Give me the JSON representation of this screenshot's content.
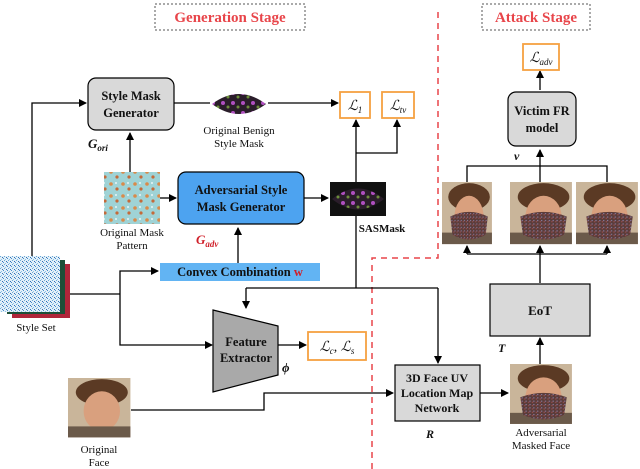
{
  "stages": {
    "generation": "Generation Stage",
    "attack": "Attack Stage"
  },
  "nodes": {
    "style_mask_generator": [
      "Style Mask",
      "Generator"
    ],
    "adversarial_generator": [
      "Adversarial Style",
      "Mask Generator"
    ],
    "victim_model": [
      "Victim FR",
      "model"
    ],
    "feature_extractor": [
      "Feature",
      "Extractor"
    ],
    "face_uv": [
      "3D Face UV",
      "Location Map",
      "Network"
    ],
    "eot": "EoT",
    "convex_combination": "Convex Combination",
    "convex_combination_w": "w"
  },
  "symbols": {
    "g_ori": "G",
    "g_ori_sub": "ori",
    "g_adv": "G",
    "g_adv_sub": "adv",
    "v": "v",
    "phi": "ϕ",
    "t": "T",
    "r": "R"
  },
  "losses": {
    "l1": {
      "main": "ℒ",
      "sub": "1"
    },
    "ltv": {
      "main": "ℒ",
      "sub": "tv"
    },
    "ladv": {
      "main": "ℒ",
      "sub": "adv"
    },
    "lc": {
      "main": "ℒ",
      "sub": "c"
    },
    "ls": {
      "main": "ℒ",
      "sub": "s"
    },
    "sep": ","
  },
  "captions": {
    "original_benign": [
      "Original Benign",
      "Style Mask"
    ],
    "sasmask": "SASMask",
    "original_mask_pattern": [
      "Original Mask",
      "Pattern"
    ],
    "style_set": "Style Set",
    "original_face": [
      "Original",
      "Face"
    ],
    "adversarial_masked_face": [
      "Adversarial",
      "Masked Face"
    ]
  },
  "colors": {
    "stage_text": "#e8454a",
    "dashed_red": "#e8454a",
    "gray_box": "#d9d9d9",
    "blue_box": "#4da3f0",
    "convex_box": "#62b4f3",
    "loss_border": "#f5a142",
    "face_skin": "#d9a07e",
    "hair": "#5b3a24"
  }
}
